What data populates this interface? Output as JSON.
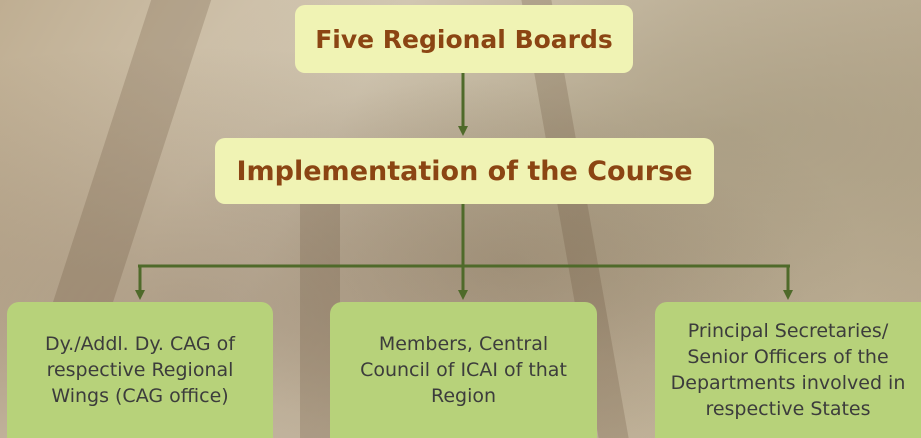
{
  "diagram": {
    "root": {
      "label": "Five Regional Boards"
    },
    "middle": {
      "label": "Implementation of the Course"
    },
    "children": [
      {
        "label": "Dy./Addl. Dy. CAG of respective Regional Wings (CAG office)"
      },
      {
        "label": "Members, Central Council of ICAI of that Region"
      },
      {
        "label": "Principal Secretaries/ Senior Officers of the Departments involved in respective States"
      }
    ],
    "colors": {
      "top_box_fill": "#f0f3b4",
      "top_box_text": "#8b4513",
      "leaf_box_fill": "#b7d27a",
      "leaf_box_text": "#3c3c3c",
      "connector": "#4f6a2a"
    }
  }
}
